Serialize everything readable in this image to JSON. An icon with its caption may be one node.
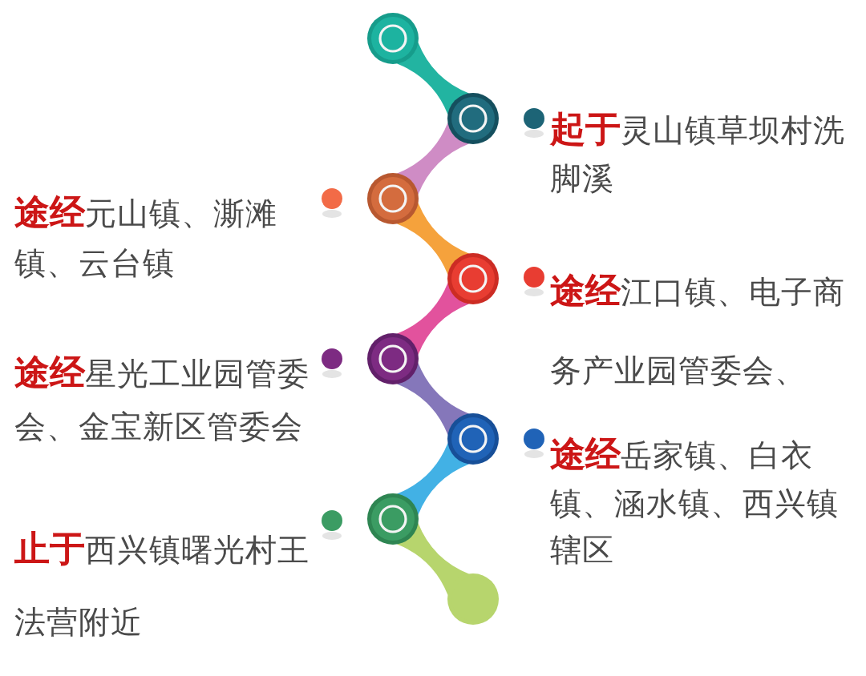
{
  "diagram": {
    "nodes": [
      {
        "text": [],
        "shape": "circle"
      },
      {
        "text": [],
        "shape": "circle",
        "beside": [
          "**起于**灵山镇草坝村洗脚溪"
        ]
      },
      {
        "text": [],
        "shape": "circle",
        "beside": [
          "**途经**元山镇、澌滩镇、云台镇"
        ]
      },
      {
        "text": [],
        "shape": "circle",
        "beside": [
          "**途经**江口镇、电子商务产业园管委会、"
        ]
      },
      {
        "text": [],
        "shape": "circle",
        "beside": [
          "**途经**星光工业园管委会、金宝新区管委会"
        ]
      },
      {
        "text": [],
        "shape": "circle",
        "beside": [
          "**途经**岳家镇、白衣镇、涵水镇、西兴镇辖区"
        ]
      },
      {
        "text": [],
        "shape": "circle",
        "beside": [
          "**止于**西兴镇曙光村王法营附近"
        ]
      },
      {
        "text": [],
        "shape": "circle"
      }
    ],
    "edges": [
      {
        "from": 0,
        "to": 1,
        "arrow": "none",
        "color": "#22b4a1"
      },
      {
        "from": 1,
        "to": 2,
        "arrow": "none",
        "color": "#cf8cc5"
      },
      {
        "from": 2,
        "to": 3,
        "arrow": "none",
        "color": "#f5a23c"
      },
      {
        "from": 3,
        "to": 4,
        "arrow": "none",
        "color": "#e2529d"
      },
      {
        "from": 4,
        "to": 5,
        "arrow": "none",
        "color": "#8577ba"
      },
      {
        "from": 5,
        "to": 6,
        "arrow": "none",
        "color": "#42b1e5"
      },
      {
        "from": 6,
        "to": 7,
        "arrow": "none",
        "color": "#b7d56d"
      }
    ]
  }
}
